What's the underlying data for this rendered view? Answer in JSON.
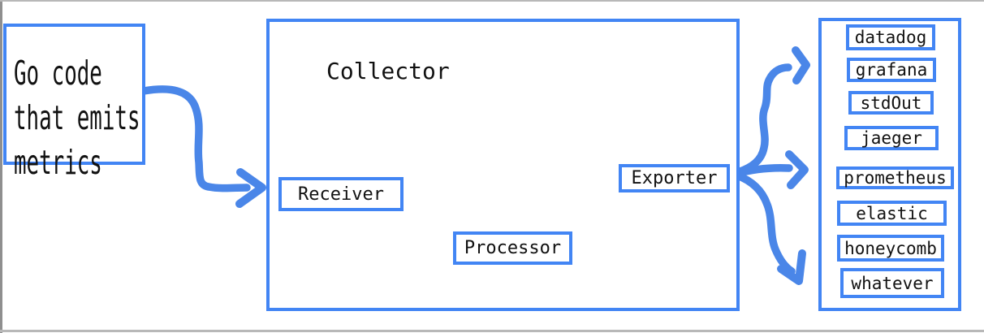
{
  "colors": {
    "canvas_bg": "#ffffff",
    "box_border": "#4285f4",
    "arrow": "#4a86e8",
    "text": "#111111",
    "edge_grey": "#b8b8b8",
    "edge_grey_dark": "#8f8f8f"
  },
  "source": {
    "lines": [
      "Go code",
      "that emits",
      "metrics"
    ]
  },
  "collector": {
    "title": "Collector",
    "stages": [
      {
        "label": "Receiver"
      },
      {
        "label": "Processor"
      },
      {
        "label": "Exporter"
      }
    ]
  },
  "backends": {
    "items": [
      {
        "label": "datadog"
      },
      {
        "label": "grafana"
      },
      {
        "label": "stdOut"
      },
      {
        "label": "jaeger"
      },
      {
        "label": "prometheus"
      },
      {
        "label": "elastic"
      },
      {
        "label": "honeycomb"
      },
      {
        "label": "whatever"
      }
    ]
  },
  "arrows": [
    {
      "from": "go-code",
      "to": "receiver"
    },
    {
      "from": "receiver",
      "to": "processor"
    },
    {
      "from": "processor",
      "to": "exporter"
    },
    {
      "from": "exporter",
      "to": "backends-top-group"
    },
    {
      "from": "exporter",
      "to": "backends-middle-group"
    },
    {
      "from": "exporter",
      "to": "backends-bottom-group"
    }
  ]
}
